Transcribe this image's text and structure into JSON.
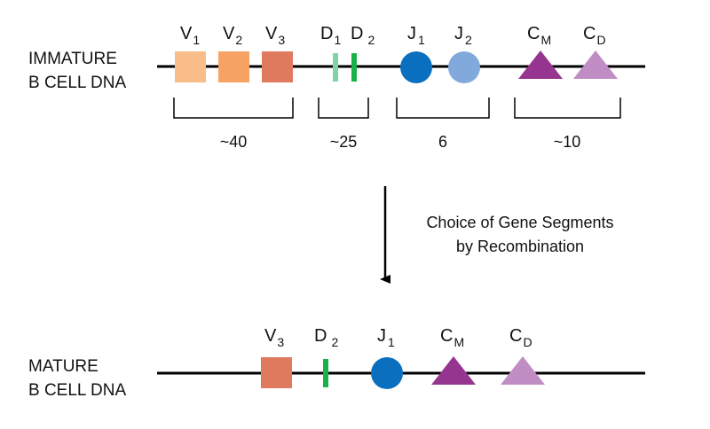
{
  "rows": {
    "immature": {
      "label_line1": "IMMATURE",
      "label_line2": "B CELL DNA",
      "segments": [
        {
          "main": "V",
          "sub": "1",
          "shape": "square",
          "color": "#F9BD8A"
        },
        {
          "main": "V",
          "sub": "2",
          "shape": "square",
          "color": "#F7A265"
        },
        {
          "main": "V",
          "sub": "3",
          "shape": "square",
          "color": "#E07A5F"
        },
        {
          "main": "D",
          "sub": "1",
          "shape": "bar",
          "color": "#7ED6A3"
        },
        {
          "main": "D",
          "sub": "2",
          "shape": "bar",
          "color": "#19B249"
        },
        {
          "main": "J",
          "sub": "1",
          "shape": "circle",
          "color": "#0A6FBF"
        },
        {
          "main": "J",
          "sub": "2",
          "shape": "circle",
          "color": "#82A9DB"
        },
        {
          "main": "C",
          "sub": "M",
          "shape": "triangle",
          "color": "#96358F"
        },
        {
          "main": "C",
          "sub": "D",
          "shape": "triangle",
          "color": "#C08EC4"
        }
      ]
    },
    "mature": {
      "label_line1": "MATURE",
      "label_line2": "B CELL DNA",
      "segments": [
        {
          "main": "V",
          "sub": "3",
          "shape": "square",
          "color": "#E07A5F"
        },
        {
          "main": "D",
          "sub": "2",
          "shape": "bar",
          "color": "#19B249"
        },
        {
          "main": "J",
          "sub": "1",
          "shape": "circle",
          "color": "#0A6FBF"
        },
        {
          "main": "C",
          "sub": "M",
          "shape": "triangle",
          "color": "#96358F"
        },
        {
          "main": "C",
          "sub": "D",
          "shape": "triangle",
          "color": "#C08EC4"
        }
      ]
    }
  },
  "groups": [
    {
      "count": "~40"
    },
    {
      "count": "~25"
    },
    {
      "count": "6"
    },
    {
      "count": "~10"
    }
  ],
  "process": {
    "line1": "Choice of Gene Segments",
    "line2": "by Recombination"
  }
}
